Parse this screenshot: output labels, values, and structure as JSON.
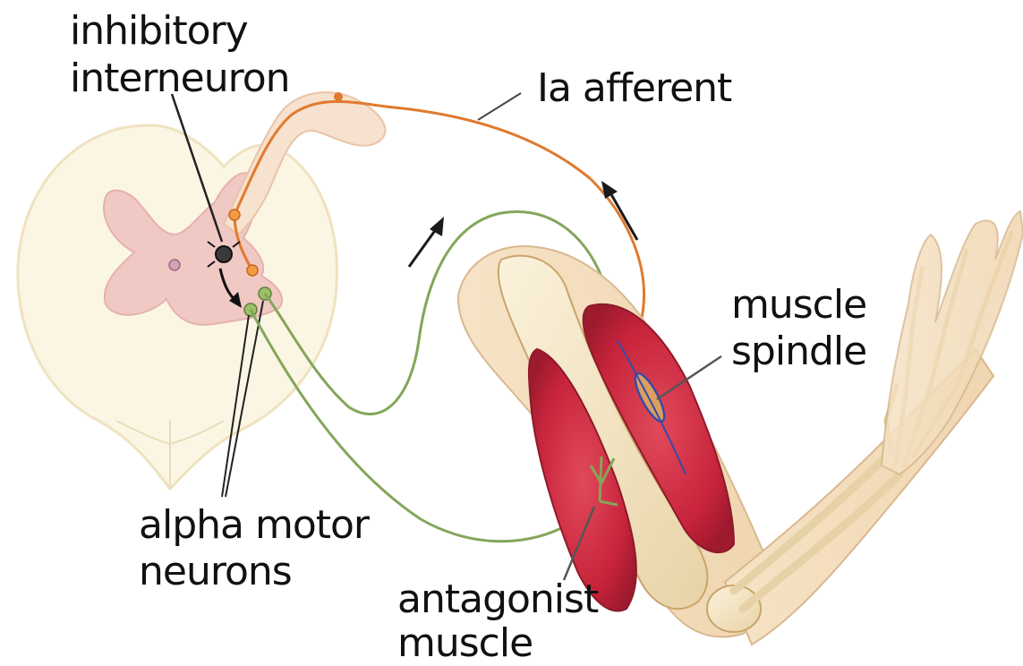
{
  "labels": {
    "inhibitory_line1": "inhibitory",
    "inhibitory_line2": "interneuron",
    "ia_afferent": "Ia afferent",
    "muscle_spindle_line1": "muscle",
    "muscle_spindle_line2": "spindle",
    "alpha_motor_line1": "alpha motor",
    "alpha_motor_line2": "neurons",
    "antagonist_line1": "antagonist",
    "antagonist_line2": "muscle"
  },
  "colors": {
    "spinal_white_matter": "#fbf6e4",
    "spinal_gray_matter": "#f0c8c4",
    "ia_afferent_fiber": "#e07a2e",
    "motor_fiber": "#84a65a",
    "muscle_red": "#c8243c",
    "bone": "#f4e6c4",
    "arrow": "#1a1a1a"
  }
}
